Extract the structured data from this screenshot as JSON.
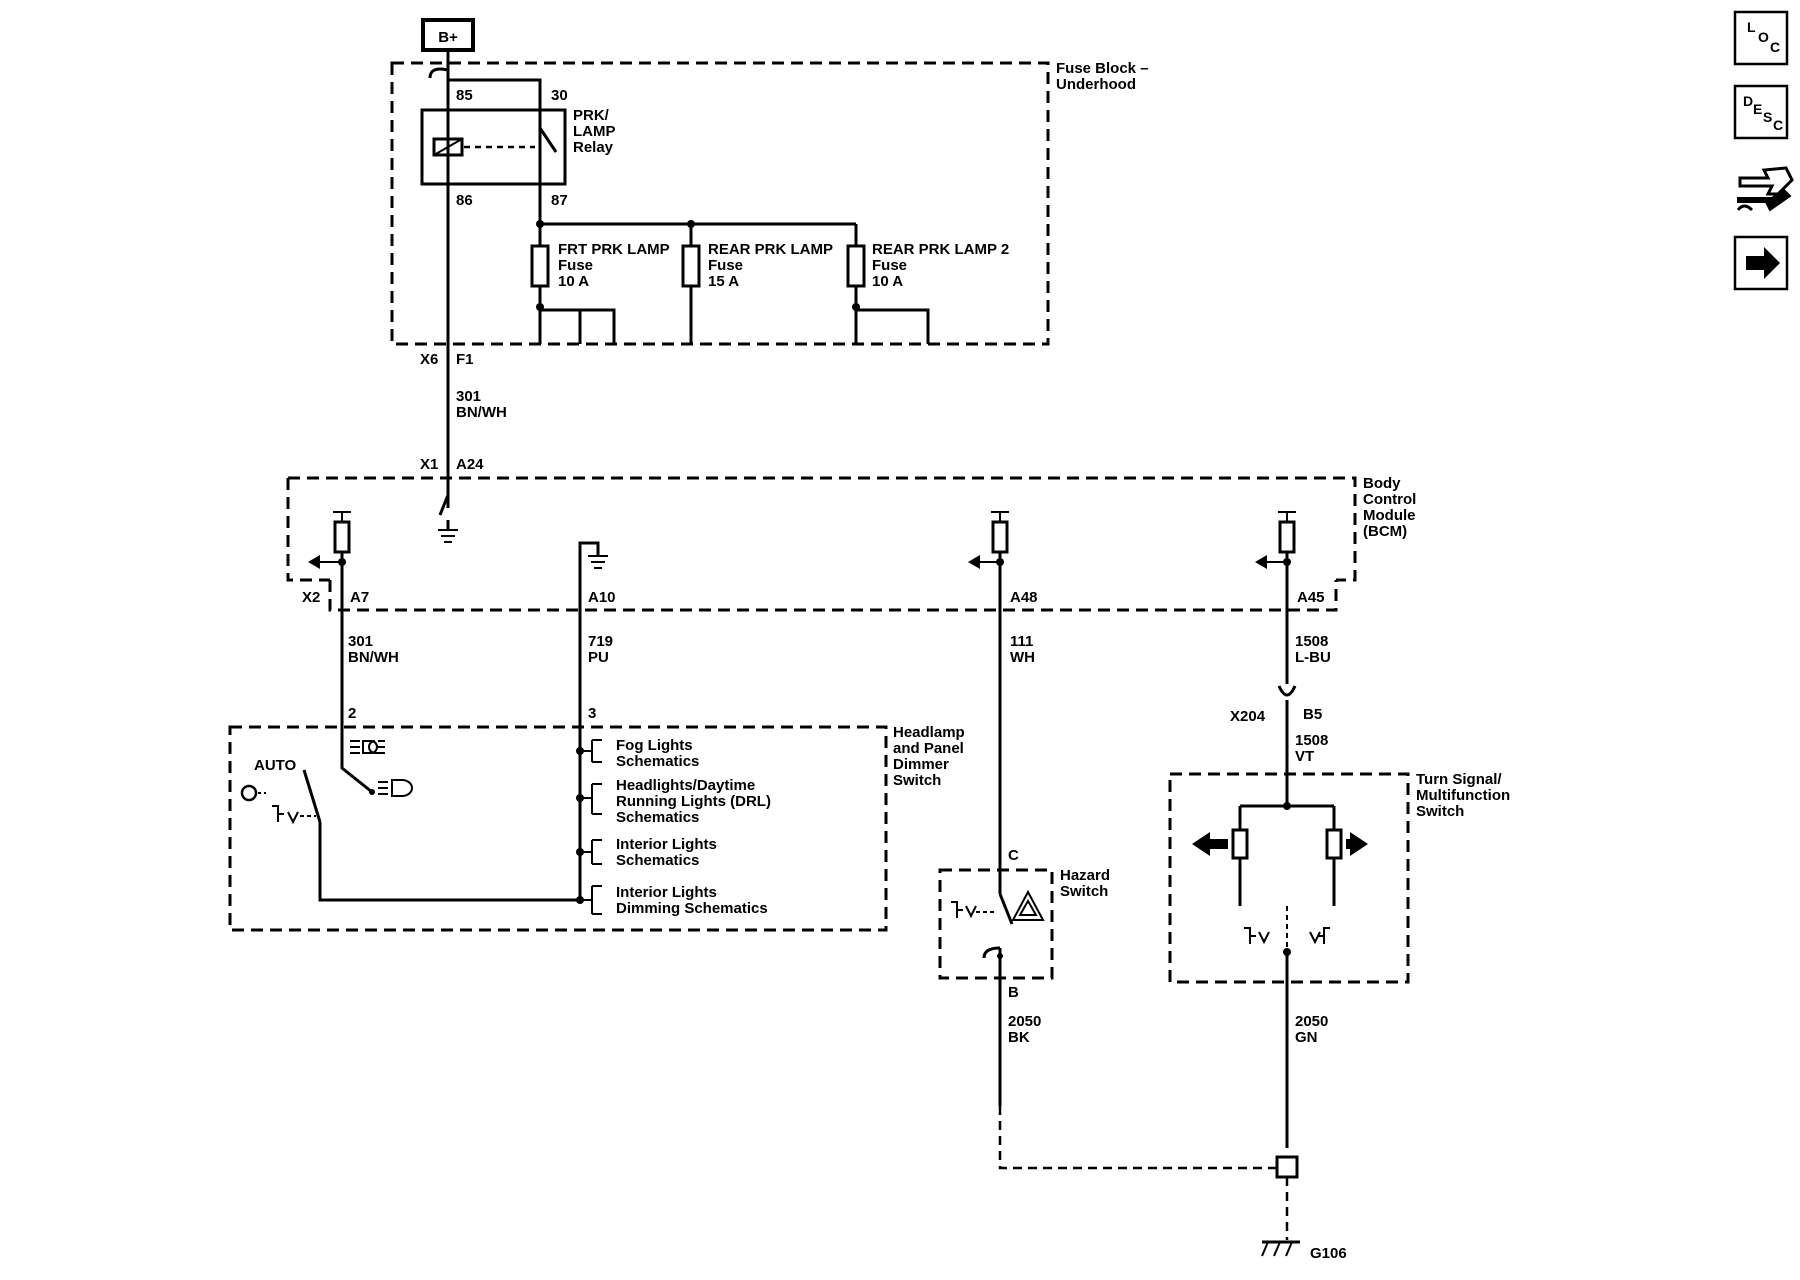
{
  "power": {
    "bplus": "B+"
  },
  "fuse_block": {
    "label_lines": [
      "Fuse Block –",
      "Underhood"
    ],
    "relay_label_lines": [
      "PRK/",
      "LAMP",
      "Relay"
    ],
    "relay_pins": {
      "p85": "85",
      "p30": "30",
      "p86": "86",
      "p87": "87"
    },
    "fuses": [
      {
        "lines": [
          "FRT PRK LAMP",
          "Fuse",
          "10 A"
        ]
      },
      {
        "lines": [
          "REAR PRK LAMP",
          "Fuse",
          "15 A"
        ]
      },
      {
        "lines": [
          "REAR PRK LAMP 2",
          "Fuse",
          "10 A"
        ]
      }
    ],
    "connector": "X6",
    "pin": "F1"
  },
  "wire_301_top": {
    "circuit": "301",
    "color": "BN/WH"
  },
  "bcm": {
    "label_lines": [
      "Body",
      "Control",
      "Module",
      "(BCM)"
    ],
    "x1_connector": "X1",
    "x1_pin": "A24",
    "x2_connector": "X2",
    "pins": [
      "A7",
      "A10",
      "A48",
      "A45"
    ]
  },
  "wires": [
    {
      "circuit": "301",
      "color": "BN/WH"
    },
    {
      "circuit": "719",
      "color": "PU"
    },
    {
      "circuit": "111",
      "color": "WH"
    },
    {
      "circuit": "1508",
      "color": "L-BU"
    }
  ],
  "inline_connector": {
    "name": "X204",
    "pin": "B5",
    "circuit": "1508",
    "color": "VT"
  },
  "headlamp_switch": {
    "label_lines": [
      "Headlamp",
      "and Panel",
      "Dimmer",
      "Switch"
    ],
    "pin_a": "2",
    "pin_b": "3",
    "auto": "AUTO",
    "references": [
      [
        "Fog Lights",
        "Schematics"
      ],
      [
        "Headlights/Daytime",
        "Running Lights (DRL)",
        "Schematics"
      ],
      [
        "Interior Lights",
        "Schematics"
      ],
      [
        "Interior Lights",
        "Dimming Schematics"
      ]
    ]
  },
  "hazard_switch": {
    "label_lines": [
      "Hazard",
      "Switch"
    ],
    "pin_c": "C",
    "pin_b": "B",
    "wire_circuit": "2050",
    "wire_color": "BK"
  },
  "turn_switch": {
    "label_lines": [
      "Turn Signal/",
      "Multifunction",
      "Switch"
    ],
    "wire_circuit": "2050",
    "wire_color": "GN"
  },
  "ground": {
    "name": "G106"
  },
  "nav_icons": [
    {
      "name": "location",
      "letters": [
        "L",
        "O",
        "C"
      ]
    },
    {
      "name": "description",
      "letters": [
        "D",
        "E",
        "S",
        "C"
      ]
    },
    {
      "name": "connector-icon"
    },
    {
      "name": "next-arrow-icon"
    }
  ],
  "colors": {
    "ink": "#000000",
    "background": "#ffffff"
  }
}
